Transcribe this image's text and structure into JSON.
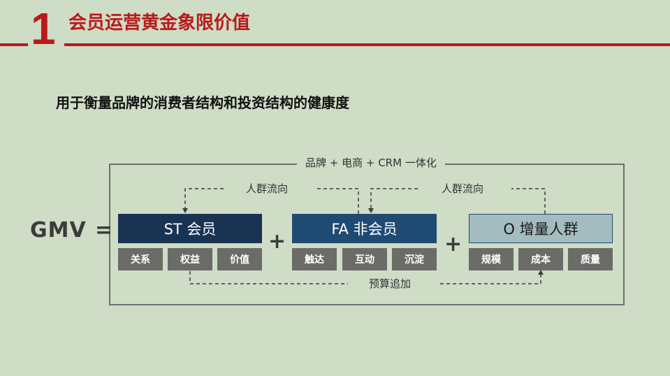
{
  "header": {
    "number": "1",
    "title": "会员运营黄金象限价值"
  },
  "subtitle": "用于衡量品牌的消费者结构和投资结构的健康度",
  "frame_label": "品牌 + 电商 + CRM 一体化",
  "formula": {
    "gmv": "GMV",
    "equals": "=",
    "plus": "+"
  },
  "boxes": {
    "st": {
      "label": "ST 会员",
      "items": [
        "关系",
        "权益",
        "价值"
      ]
    },
    "fa": {
      "label": "FA 非会员",
      "items": [
        "触达",
        "互动",
        "沉淀"
      ]
    },
    "o": {
      "label": "O 增量人群",
      "items": [
        "规模",
        "成本",
        "质量"
      ]
    }
  },
  "flows": {
    "crowd_flow": "人群流向",
    "budget": "预算追加"
  },
  "colors": {
    "accent": "#b81a1a",
    "st": "#1a3352",
    "fa": "#1f4a72",
    "o": "#a2bcc0",
    "tag": "#6b6b68",
    "background": "#cfdcc6"
  }
}
